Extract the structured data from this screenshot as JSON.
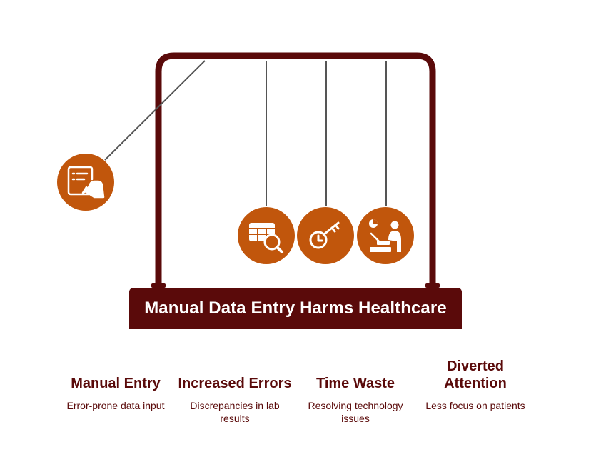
{
  "banner": {
    "title": "Manual Data Entry Harms Healthcare"
  },
  "colors": {
    "frame": "#5a0a0a",
    "ball": "#c1560c",
    "string": "#555555",
    "text": "#5a0a0a"
  },
  "items": [
    {
      "title": "Manual Entry",
      "desc": "Error-prone data input",
      "icon": "document-hand-icon"
    },
    {
      "title": "Increased Errors",
      "desc": "Discrepancies in lab results",
      "icon": "table-search-icon"
    },
    {
      "title": "Time Waste",
      "desc": "Resolving technology issues",
      "icon": "clock-key-icon"
    },
    {
      "title": "Diverted Attention",
      "desc": "Less focus on patients",
      "icon": "person-chart-icon"
    }
  ]
}
